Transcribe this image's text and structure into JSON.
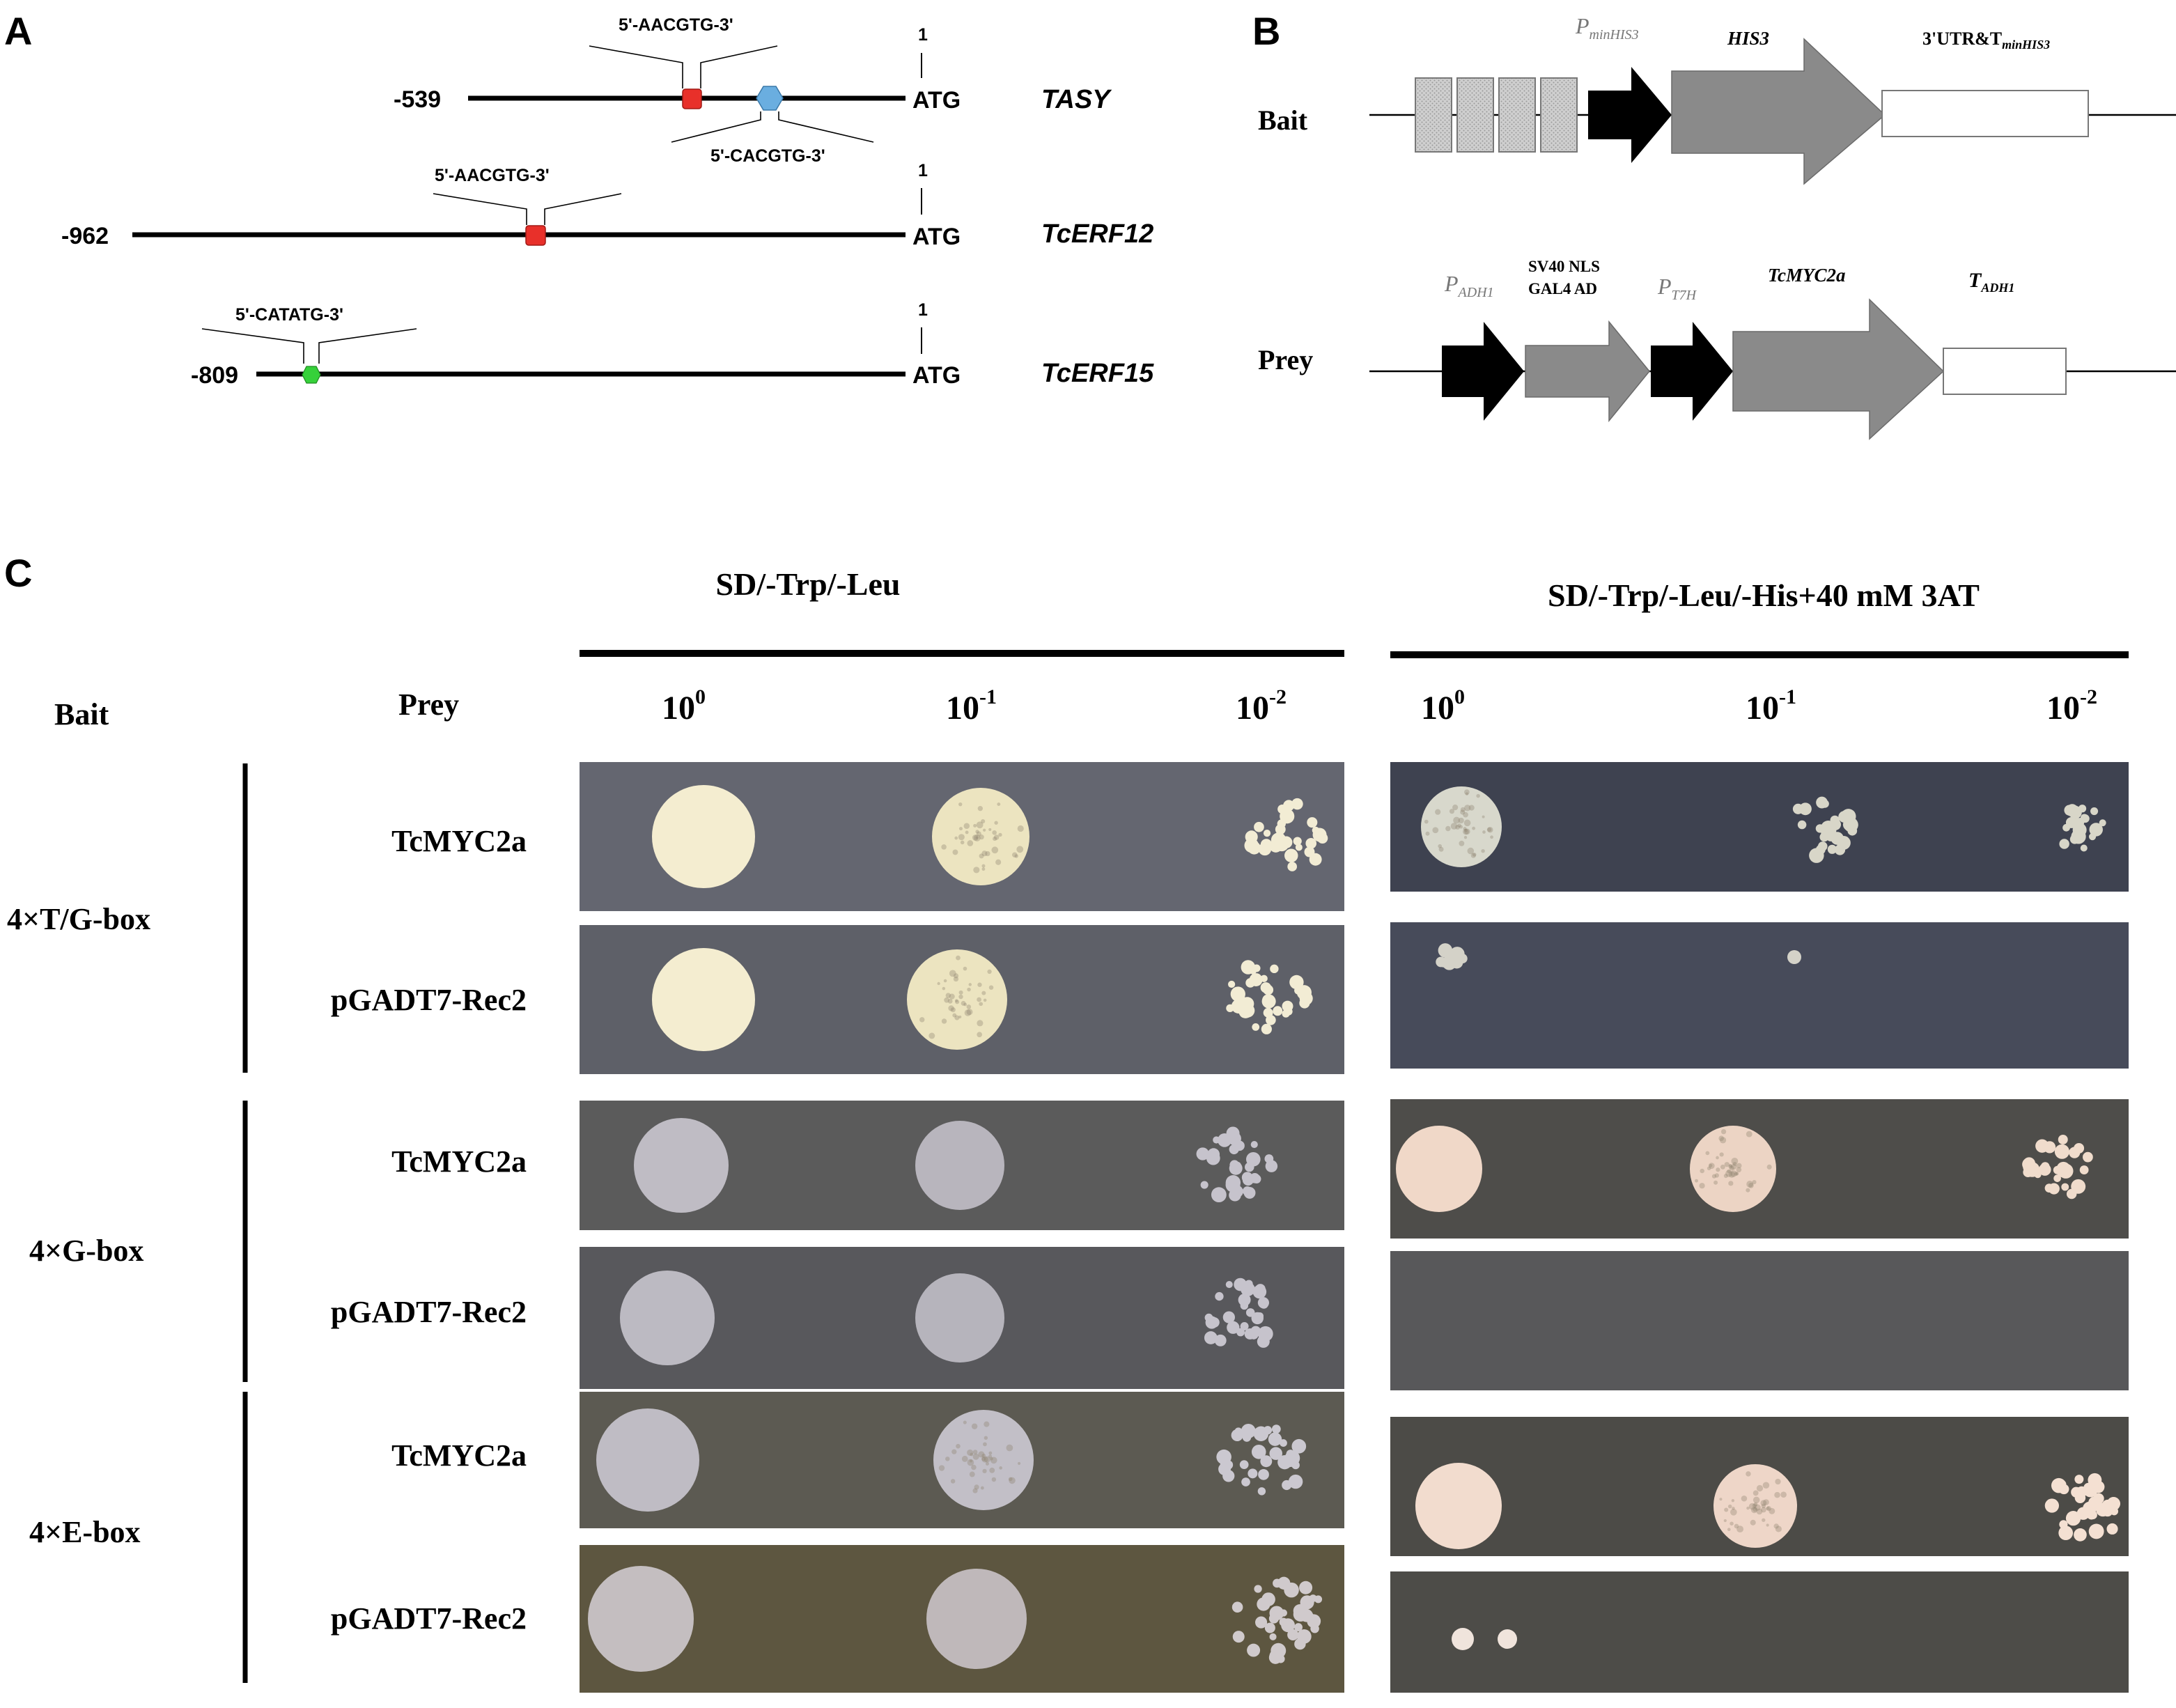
{
  "panels": {
    "a": {
      "letter": "A",
      "genes": [
        {
          "name": "TASY",
          "start": "-539",
          "pos1": "1",
          "atg": "ATG",
          "motif_above": "5'-AACGTG-3'",
          "motif_below": "5'-CACGTG-3'"
        },
        {
          "name": "TcERF12",
          "start": "-962",
          "pos1": "1",
          "atg": "ATG",
          "motif_above": "5'-AACGTG-3'"
        },
        {
          "name": "TcERF15",
          "start": "-809",
          "pos1": "1",
          "atg": "ATG",
          "motif_above": "5'-CATATG-3'"
        }
      ],
      "colors": {
        "t_box": "#e8302a",
        "g_box": "#6aaee0",
        "e_box": "#36d13a"
      }
    },
    "b": {
      "letter": "B",
      "bait": {
        "label": "Bait",
        "p_main": "P",
        "p_sub": "minHIS3",
        "his3": "HIS3",
        "utr": "3'UTR&T",
        "utr_sub": "minHIS3"
      },
      "prey": {
        "label": "Prey",
        "padh": "P",
        "padh_sub": "ADH1",
        "nls1": "SV40 NLS",
        "nls2": "GAL4 AD",
        "pt7": "P",
        "pt7_sub": "T7H",
        "myc": "TcMYC2a",
        "tadh": "T",
        "tadh_sub": "ADH1"
      }
    },
    "c": {
      "letter": "C",
      "media_left": "SD/-Trp/-Leu",
      "media_right": "SD/-Trp/-Leu/-His+40 mM 3AT",
      "bait_header": "Bait",
      "prey_header": "Prey",
      "dilution_base": "10",
      "dilution_exps": [
        "0",
        "-1",
        "-2"
      ],
      "bait_groups": [
        "4×T/G-box",
        "4×G-box",
        "4×E-box"
      ],
      "prey_names": [
        "TcMYC2a",
        "pGADT7-Rec2",
        "TcMYC2a",
        "pGADT7-Rec2",
        "TcMYC2a",
        "pGADT7-Rec2"
      ]
    }
  }
}
